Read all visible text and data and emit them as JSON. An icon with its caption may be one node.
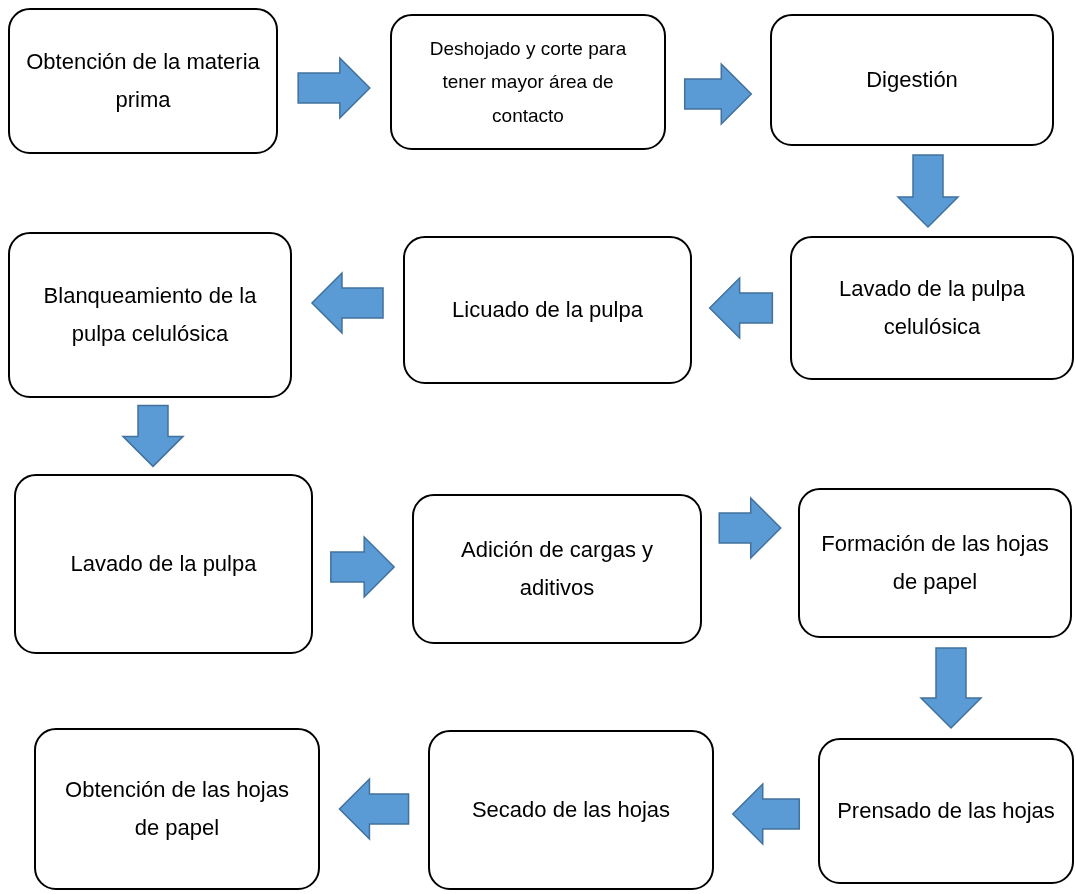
{
  "diagram": {
    "nodes": [
      {
        "text": [
          "Obtención de la materia prima"
        ]
      },
      {
        "text": [
          "Deshojado y corte para tener mayor área de contacto"
        ]
      },
      {
        "text": [
          "Digestión"
        ]
      },
      {
        "text": [
          "Lavado de la pulpa celulósica"
        ]
      },
      {
        "text": [
          "Licuado de la pulpa"
        ]
      },
      {
        "text": [
          "Blanqueamiento de la pulpa celulósica"
        ]
      },
      {
        "text": [
          "Lavado de la pulpa"
        ]
      },
      {
        "text": [
          "Adición de cargas y aditivos"
        ]
      },
      {
        "text": [
          "Formación de las hojas de papel"
        ]
      },
      {
        "text": [
          "Prensado de las hojas"
        ]
      },
      {
        "text": [
          "Secado de las hojas"
        ]
      },
      {
        "text": [
          "Obtención de las hojas de papel"
        ]
      }
    ],
    "edges": [
      {
        "from": 0,
        "to": 1,
        "arrow": "to"
      },
      {
        "from": 1,
        "to": 2,
        "arrow": "to"
      },
      {
        "from": 2,
        "to": 3,
        "arrow": "to"
      },
      {
        "from": 3,
        "to": 4,
        "arrow": "to"
      },
      {
        "from": 4,
        "to": 5,
        "arrow": "to"
      },
      {
        "from": 5,
        "to": 6,
        "arrow": "to"
      },
      {
        "from": 6,
        "to": 7,
        "arrow": "to"
      },
      {
        "from": 7,
        "to": 8,
        "arrow": "to"
      },
      {
        "from": 8,
        "to": 9,
        "arrow": "to"
      },
      {
        "from": 9,
        "to": 10,
        "arrow": "to"
      },
      {
        "from": 10,
        "to": 11,
        "arrow": "to"
      }
    ]
  }
}
